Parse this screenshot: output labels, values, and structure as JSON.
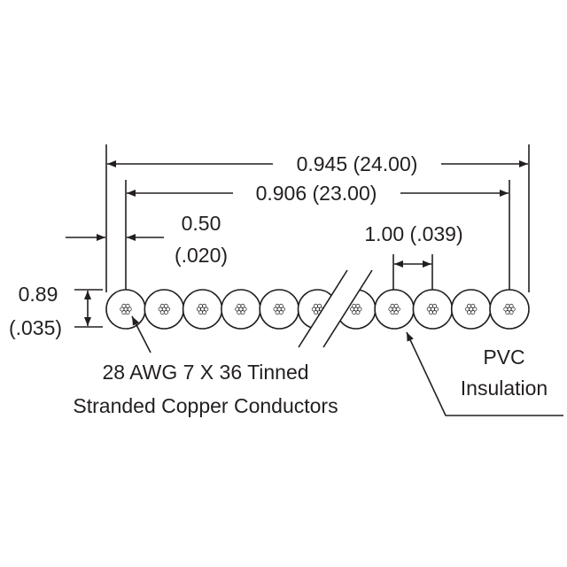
{
  "dimensions": {
    "overall_width": "0.945 (24.00)",
    "conductor_span": "0.906 (23.00)",
    "edge_offset_top": "0.50",
    "edge_offset_bottom": "(.020)",
    "pitch": "1.00 (.039)",
    "thickness_top": "0.89",
    "thickness_bottom": "(.035)"
  },
  "labels": {
    "conductor_line1": "28 AWG 7 X 36 Tinned",
    "conductor_line2": "Stranded Copper Conductors",
    "insulation_line1": "PVC",
    "insulation_line2": "Insulation"
  },
  "colors": {
    "ink": "#231f20",
    "background": "#ffffff"
  }
}
